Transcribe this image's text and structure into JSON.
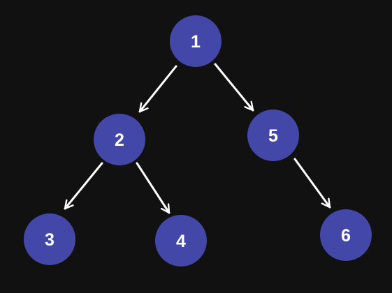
{
  "diagram": {
    "colors": {
      "background": "#111111",
      "node_fill": "#4348a8",
      "node_text": "#ffffff",
      "edge": "#ffffff"
    },
    "nodes": [
      {
        "id": "n1",
        "label": "1"
      },
      {
        "id": "n2",
        "label": "2"
      },
      {
        "id": "n5",
        "label": "5"
      },
      {
        "id": "n3",
        "label": "3"
      },
      {
        "id": "n4",
        "label": "4"
      },
      {
        "id": "n6",
        "label": "6"
      }
    ],
    "edges": [
      {
        "from": "n1",
        "to": "n2"
      },
      {
        "from": "n1",
        "to": "n5"
      },
      {
        "from": "n2",
        "to": "n3"
      },
      {
        "from": "n2",
        "to": "n4"
      },
      {
        "from": "n5",
        "to": "n6"
      }
    ]
  }
}
